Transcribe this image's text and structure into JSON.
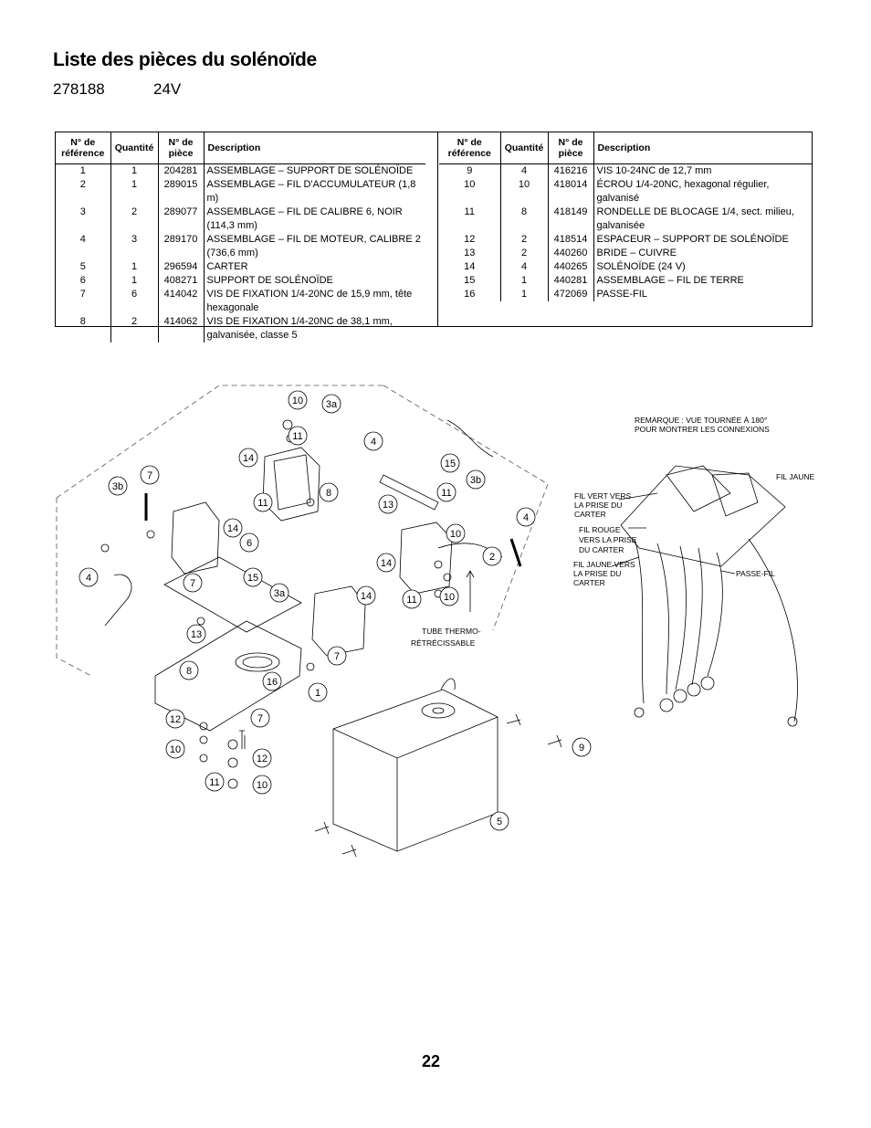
{
  "title": "Liste des pièces du solénoïde",
  "model_number": "278188",
  "voltage": "24V",
  "table": {
    "headers": [
      "N° de référence",
      "Quantité",
      "N° de pièce",
      "Description"
    ],
    "left_rows": [
      {
        "ref": "1",
        "qty": "1",
        "part": "204281",
        "desc": "ASSEMBLAGE – SUPPORT DE SOLÉNOÏDE"
      },
      {
        "ref": "2",
        "qty": "1",
        "part": "289015",
        "desc": "ASSEMBLAGE – FIL D'ACCUMULATEUR (1,8 m)"
      },
      {
        "ref": "3",
        "qty": "2",
        "part": "289077",
        "desc": "ASSEMBLAGE – FIL DE CALIBRE 6, NOIR (114,3 mm)"
      },
      {
        "ref": "4",
        "qty": "3",
        "part": "289170",
        "desc": "ASSEMBLAGE – FIL DE MOTEUR, CALIBRE 2 (736,6 mm)"
      },
      {
        "ref": "5",
        "qty": "1",
        "part": "296594",
        "desc": "CARTER"
      },
      {
        "ref": "6",
        "qty": "1",
        "part": "408271",
        "desc": "SUPPORT DE SOLÉNOÏDE"
      },
      {
        "ref": "7",
        "qty": "6",
        "part": "414042",
        "desc": "VIS DE FIXATION 1/4-20NC de 15,9 mm, tête hexagonale"
      },
      {
        "ref": "8",
        "qty": "2",
        "part": "414062",
        "desc": "VIS DE FIXATION 1/4-20NC de 38,1 mm, galvanisée, classe 5"
      }
    ],
    "right_rows": [
      {
        "ref": "9",
        "qty": "4",
        "part": "416216",
        "desc": "VIS 10-24NC de 12,7 mm"
      },
      {
        "ref": "10",
        "qty": "10",
        "part": "418014",
        "desc": "ÉCROU 1/4-20NC, hexagonal régulier, galvanisé"
      },
      {
        "ref": "11",
        "qty": "8",
        "part": "418149",
        "desc": "RONDELLE DE BLOCAGE 1/4, sect. milieu, galvanisée"
      },
      {
        "ref": "12",
        "qty": "2",
        "part": "418514",
        "desc": "ESPACEUR – SUPPORT DE SOLÉNOÏDE"
      },
      {
        "ref": "13",
        "qty": "2",
        "part": "440260",
        "desc": "BRIDE – CUIVRE"
      },
      {
        "ref": "14",
        "qty": "4",
        "part": "440265",
        "desc": "SOLÉNOÏDE (24 V)"
      },
      {
        "ref": "15",
        "qty": "1",
        "part": "440281",
        "desc": "ASSEMBLAGE – FIL DE TERRE"
      },
      {
        "ref": "16",
        "qty": "1",
        "part": "472069",
        "desc": "PASSE-FIL"
      }
    ]
  },
  "diagram": {
    "callouts": [
      "10",
      "3a",
      "11",
      "4",
      "14",
      "15",
      "3b",
      "7",
      "8",
      "11",
      "13",
      "3b",
      "11",
      "4",
      "10",
      "14",
      "6",
      "2",
      "4",
      "7",
      "15",
      "14",
      "14",
      "11",
      "10",
      "3a",
      "13",
      "7",
      "8",
      "16",
      "1",
      "12",
      "7",
      "10",
      "12",
      "11",
      "10",
      "9",
      "5"
    ],
    "tube_label": [
      "TUBE THERMO-",
      "RÉTRÉCISSABLE"
    ],
    "note_label": [
      "REMARQUE : VUE TOURNÉE À 180°",
      "POUR MONTRER LES CONNEXIONS"
    ],
    "wire_labels": {
      "fil_jaune": "FIL JAUNE",
      "fil_vert": [
        "FIL VERT VERS",
        "LA PRISE DU",
        "CARTER"
      ],
      "fil_rouge": [
        "FIL ROUGE",
        "VERS LA PRISE",
        "DU CARTER"
      ],
      "fil_jaune_vers": [
        "FIL JAUNE VERS",
        "LA PRISE DU",
        "CARTER"
      ],
      "passe_fil": "PASSE-FIL"
    }
  },
  "page_number": "22"
}
